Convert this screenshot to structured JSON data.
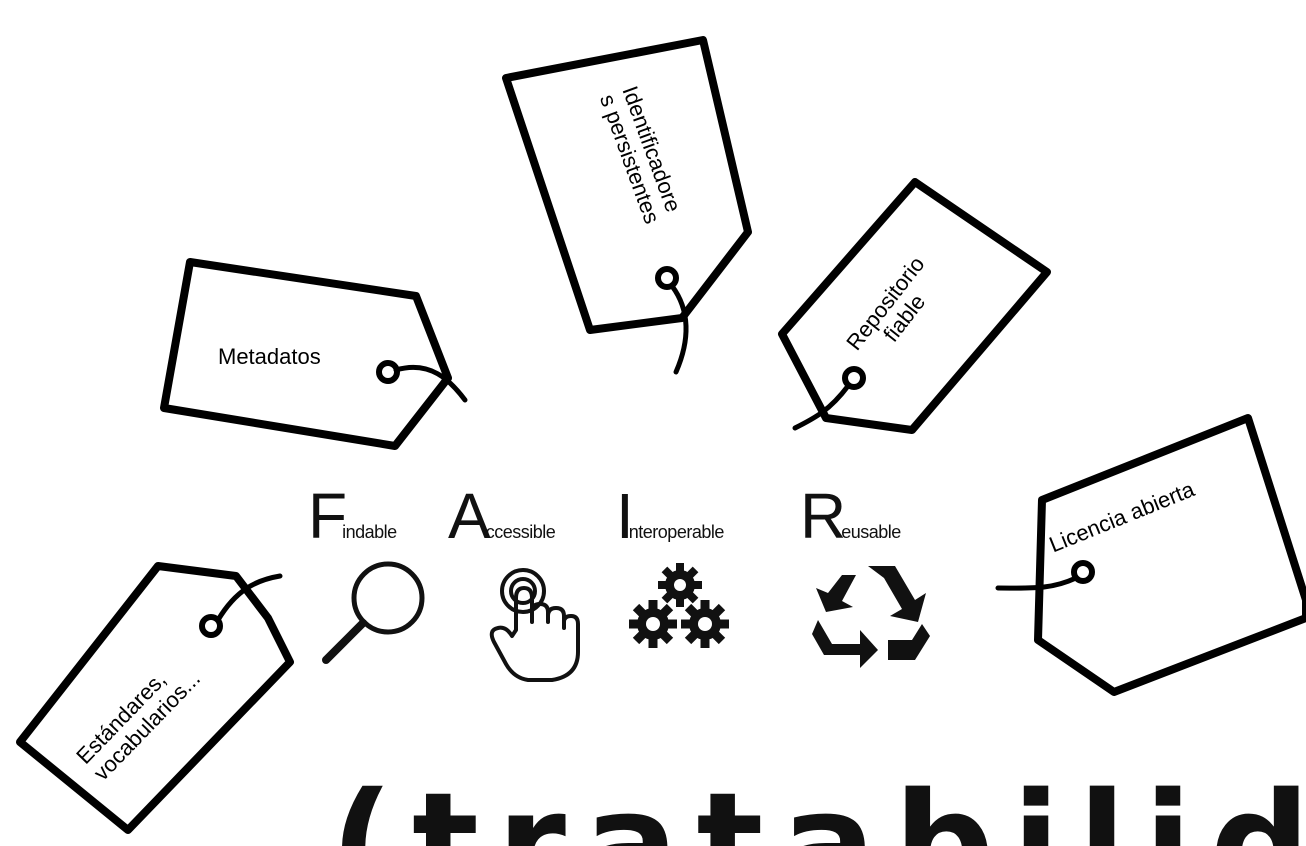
{
  "tags": {
    "metadatos": "Metadatos",
    "identificadores_1": "Identificadore",
    "identificadores_2": "s persistentes",
    "repositorio_1": "Repositorio",
    "repositorio_2": "fiable",
    "licencia": "Licencia abierta",
    "estandares_1": "Estándares,",
    "estandares_2": "vocabularios..."
  },
  "fair": {
    "f_letter": "F",
    "f_rest": "indable",
    "a_letter": "A",
    "a_rest": "ccessible",
    "i_letter": "I",
    "i_rest": "nteroperable",
    "r_letter": "R",
    "r_rest": "eusable"
  },
  "icons": [
    "magnifier-icon",
    "touch-hand-icon",
    "gears-icon",
    "recycle-icon"
  ],
  "bottom_title": "(tratabilidad)",
  "colors": {
    "ink": "#000000",
    "background": "#ffffff"
  }
}
